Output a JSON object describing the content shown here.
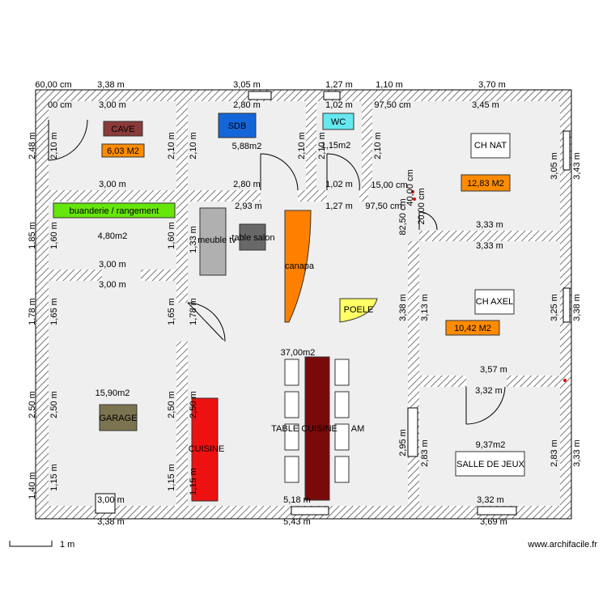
{
  "plan": {
    "rooms": {
      "cave": {
        "label": "CAVE",
        "area": "6,03 M2"
      },
      "sdb": {
        "label": "SDB",
        "area": "5,88m2"
      },
      "wc": {
        "label": "WC",
        "area": "1,15m2"
      },
      "ch_nat": {
        "label": "CH NAT",
        "area": "12,83 M2"
      },
      "buanderie": {
        "label": "buanderie / rangement",
        "area": "4,80m2"
      },
      "garage": {
        "label": "GARAGE",
        "area": "15,90m2"
      },
      "main": {
        "area": "37,00m2"
      },
      "ch_axel": {
        "label": "CH AXEL",
        "area": "10,42 M2"
      },
      "salle_jeux": {
        "label": "SALLE DE JEUX",
        "area": "9,37m2"
      }
    },
    "furniture": {
      "meuble_tv": "meuble tv",
      "table_salon": "table salon",
      "canapa": "canapa",
      "poele": "POELE",
      "cuisine": "CUISINE",
      "table": "TABLE CUISINE",
      "table_tail": "AM"
    },
    "dims": {
      "top": [
        "60,00 cm",
        "3,38 m",
        "3,05 m",
        "1,27 m",
        "1,10 m",
        "3,70 m"
      ],
      "cave_top": "3,00 m",
      "cave_left_in": "2,10 m",
      "cave_right": "2,10 m",
      "cave_bottom": "3,00 m",
      "cave_small": "00 cm",
      "outer_left_top": "2,48 m",
      "sdb_top": "2,80 m",
      "sdb_left": "2,10 m",
      "sdb_right": "2,10 m",
      "sdb_bottom": "2,80 m",
      "wc_top": "1,02 m",
      "wc_left": "2,10 m",
      "wc_right": "2,10 m",
      "wc_bottom": "1,02 m",
      "nat_left_top": "97,50 cm",
      "nat_top": "3,45 m",
      "nat_right_in": "3,05 m",
      "nat_right_out": "3,43 m",
      "nat_bottom": "3,33 m",
      "hall_top": "2,93 m",
      "hall_top2": "1,27 m",
      "hall_top3": "97,50 cm",
      "hall_small": "15,00 cm",
      "v_a": "40,00 cm",
      "v_b": "20,00 cm",
      "v_c": "82,50 cm",
      "buand_left_out": "1,85 m",
      "buand_left": "1,60 m",
      "buand_right": "1,60 m",
      "buand_top": "3,00 m",
      "main_left": "1,33 m",
      "garage_top": "3,00 m",
      "garage_l1_out": "1,78 m",
      "garage_l1": "1,65 m",
      "garage_r1": "1,65 m",
      "main_l1": "1,78 m",
      "garage_l2_out": "2,50 m",
      "garage_l2": "2,50 m",
      "garage_r2": "2,50 m",
      "main_l2": "2,50 m",
      "garage_l3_out": "1,40 m",
      "garage_l3": "1,15 m",
      "garage_r3": "1,15 m",
      "main_l3": "1,15 m",
      "garage_bottom": "3,00 m",
      "axel_top": "3,33 m",
      "axel_left": "3,13 m",
      "axel_right_in": "3,25 m",
      "axel_right_out": "3,38 m",
      "axel_bottom": "3,57 m",
      "main_right": "3,38 m",
      "jeux_top": "3,32 m",
      "jeux_left": "2,83 m",
      "jeux_right_in": "2,83 m",
      "jeux_right_out": "3,33 m",
      "jeux_bottom": "3,32 m",
      "main_right2": "2,95 m",
      "main_bottom_in": "5,18 m",
      "bottom": [
        "3,38 m",
        "5,43 m",
        "3,69 m"
      ]
    },
    "scale": "1 m",
    "watermark": "www.archifacile.fr"
  }
}
